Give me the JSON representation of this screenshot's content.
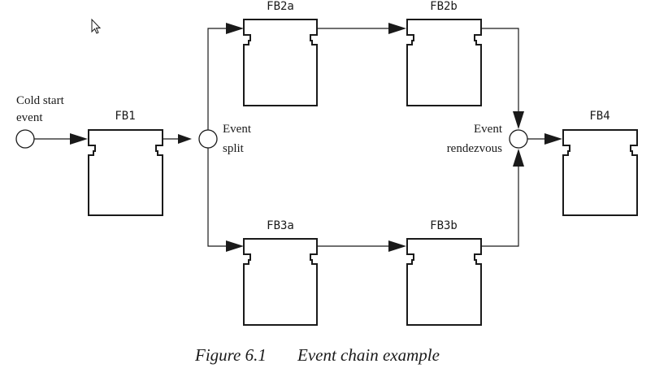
{
  "function_blocks": {
    "fb1": "FB1",
    "fb2a": "FB2a",
    "fb2b": "FB2b",
    "fb3a": "FB3a",
    "fb3b": "FB3b",
    "fb4": "FB4"
  },
  "events": {
    "cold_start": [
      "Cold start",
      "event"
    ],
    "split": [
      "Event",
      "split"
    ],
    "rendezvous": [
      "Event",
      "rendezvous"
    ]
  },
  "caption": {
    "number": "Figure 6.1",
    "title": "Event chain example"
  },
  "colors": {
    "ink": "#1a1a1a",
    "background": "#ffffff"
  },
  "icons": {
    "cursor": "mouse-pointer-icon"
  }
}
